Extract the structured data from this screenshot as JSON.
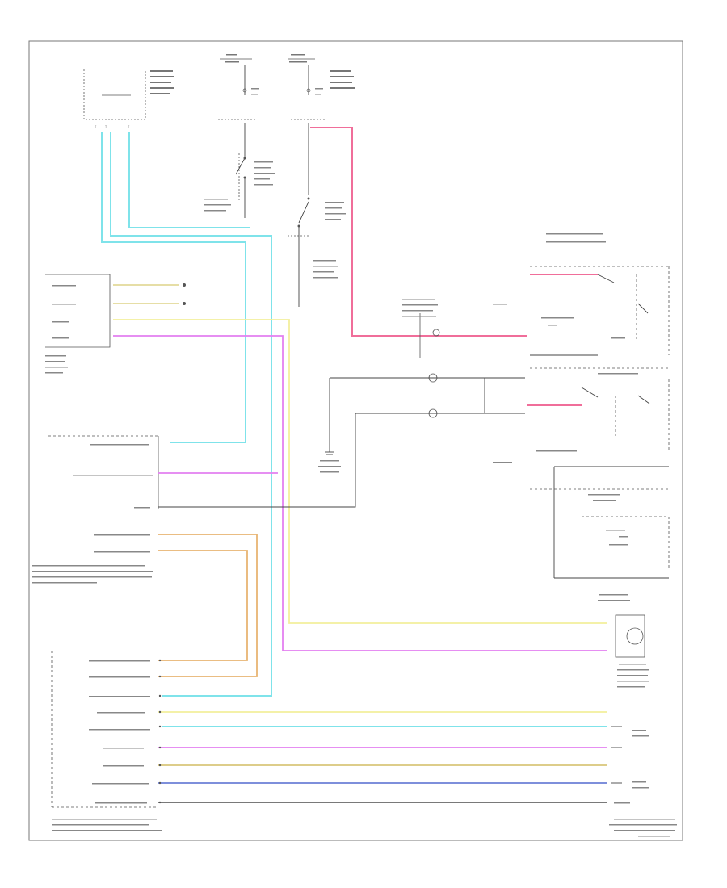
{
  "diagram": {
    "id_label": "",
    "components": [
      {
        "key": "upper_left_module",
        "label": ""
      },
      {
        "key": "fuse_block_left",
        "label": ""
      },
      {
        "key": "fuse_block_right",
        "label": ""
      },
      {
        "key": "stop_lamp_switch",
        "label": ""
      },
      {
        "key": "cruise_release_switch",
        "label": ""
      },
      {
        "key": "transmission_module",
        "label": ""
      },
      {
        "key": "steering_wheel_controls",
        "label": ""
      },
      {
        "key": "clockspring",
        "label": ""
      },
      {
        "key": "ground_point",
        "label": ""
      },
      {
        "key": "powertrain_control_module",
        "label": ""
      },
      {
        "key": "vehicle_speed_sensor",
        "label": ""
      },
      {
        "key": "throttle_actuator",
        "label": ""
      },
      {
        "key": "accelerator_pedal_sensor",
        "label": ""
      }
    ],
    "wire_colors": {
      "light_blue": "#7fe3ea",
      "pink": "#f06e9a",
      "yellow": "#f3ef9c",
      "magenta": "#e37ff0",
      "orange": "#e8b472",
      "tan": "#d8c67a",
      "blue": "#6c7fd6",
      "black": "#444444"
    }
  }
}
